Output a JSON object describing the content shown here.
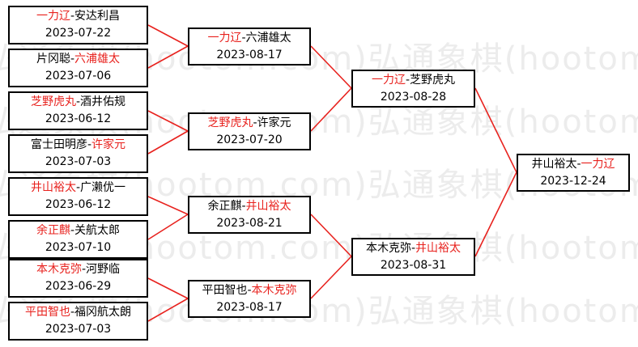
{
  "colors": {
    "winner": "#e8221e",
    "text": "#000000",
    "connector": "#e8221e",
    "border": "#000000",
    "watermark": "#ececec"
  },
  "watermark": {
    "text": "弘通象棋(hootom.com)弘通象棋(hootom.com)弘通"
  },
  "rounds": {
    "round1": [
      {
        "p1": "一力辽",
        "p2": "安达利昌",
        "winner": 1,
        "date": "2023-07-22"
      },
      {
        "p1": "片冈聪",
        "p2": "六浦雄太",
        "winner": 2,
        "date": "2023-07-06"
      },
      {
        "p1": "芝野虎丸",
        "p2": "酒井佑规",
        "winner": 1,
        "date": "2023-06-12"
      },
      {
        "p1": "富士田明彦",
        "p2": "许家元",
        "winner": 2,
        "date": "2023-07-03"
      },
      {
        "p1": "井山裕太",
        "p2": "广濑优一",
        "winner": 1,
        "date": "2023-06-12"
      },
      {
        "p1": "余正麒",
        "p2": "关航太郎",
        "winner": 1,
        "date": "2023-07-10"
      },
      {
        "p1": "本木克弥",
        "p2": "河野临",
        "winner": 1,
        "date": "2023-06-29"
      },
      {
        "p1": "平田智也",
        "p2": "福冈航太朗",
        "winner": 1,
        "date": "2023-07-03"
      }
    ],
    "round2": [
      {
        "p1": "一力辽",
        "p2": "六浦雄太",
        "winner": 1,
        "date": "2023-08-17"
      },
      {
        "p1": "芝野虎丸",
        "p2": "许家元",
        "winner": 1,
        "date": "2023-07-20"
      },
      {
        "p1": "余正麒",
        "p2": "井山裕太",
        "winner": 2,
        "date": "2023-08-21"
      },
      {
        "p1": "平田智也",
        "p2": "本木克弥",
        "winner": 2,
        "date": "2023-08-17"
      }
    ],
    "semifinal": [
      {
        "p1": "一力辽",
        "p2": "芝野虎丸",
        "winner": 1,
        "date": "2023-08-28"
      },
      {
        "p1": "本木克弥",
        "p2": "井山裕太",
        "winner": 2,
        "date": "2023-08-31"
      }
    ],
    "final": [
      {
        "p1": "井山裕太",
        "p2": "一力辽",
        "winner": 2,
        "date": "2023-12-24"
      }
    ],
    "separator": "-"
  }
}
